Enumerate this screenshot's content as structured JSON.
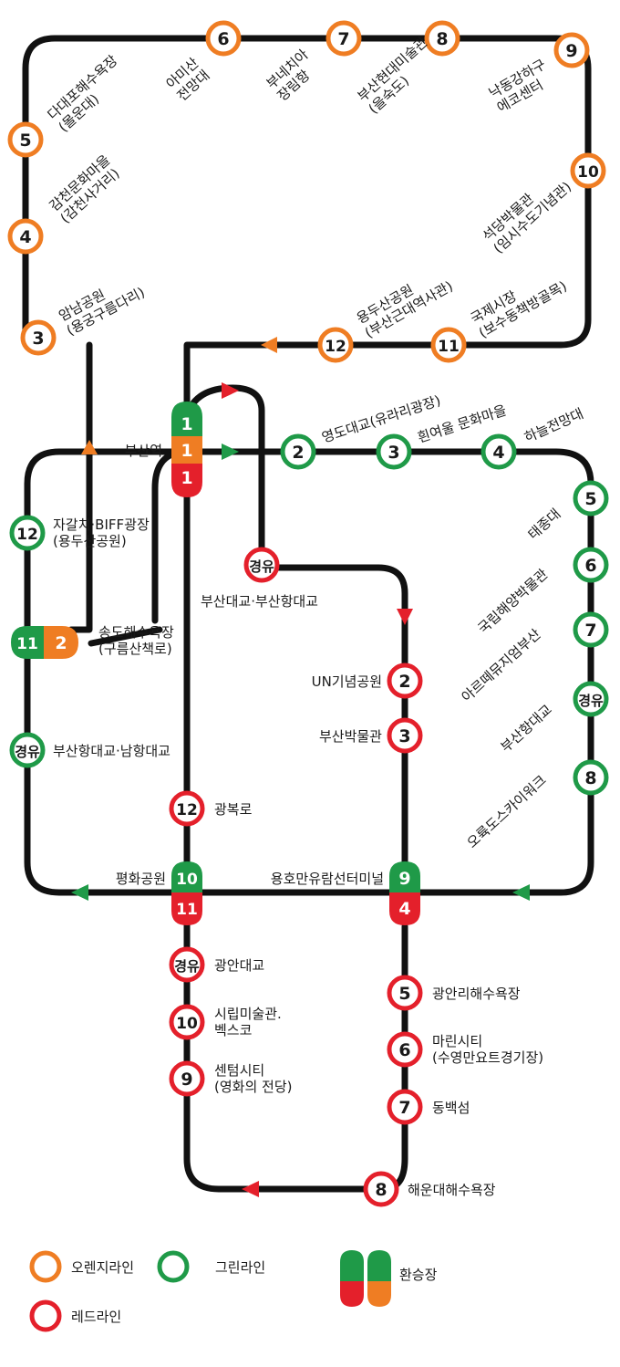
{
  "colors": {
    "orange": "#ef7d23",
    "green": "#1f9a48",
    "red": "#e4202b",
    "route": "#111111"
  },
  "labels": {
    "o3": "암남공원\n(용궁구름다리)",
    "o4": "감천문화마을\n(감천사거리)",
    "o5": "다대포해수욕장\n(몰운대)",
    "o6": "아미산\n전망대",
    "o7": "부네치아\n장림항",
    "o8": "부산현대미술관\n(을숙도)",
    "o9": "낙동강하구\n에코센터",
    "o10": "석당박물관\n(임시수도기념관)",
    "o11": "국제시장\n(보수동책방골목)",
    "o12": "용두산공원\n(부산근대역사관)",
    "busan_station": "부산역",
    "g2": "영도대교(유라리광장)",
    "g3": "흰여울 문화마을",
    "g4": "하늘전망대",
    "g5": "태종대",
    "g6": "국립해양박물관",
    "g7": "아르떼뮤지엄부산",
    "g_gy": "부산항대교",
    "g8": "오륙도스카이워크",
    "g12": "자갈치·BIFF광장\n(용두산공원)",
    "transfer_songdo": "송도해수욕장\n(구름산책로)",
    "g_gy_left": "부산항대교·남항대교",
    "r_gy_top": "부산대교·부산항대교",
    "r2": "UN기념공원",
    "r3": "부산박물관",
    "r12": "광복로",
    "pyeonghwa": "평화공원",
    "yongho": "용호만유람선터미널",
    "r_gy_bottom": "광안대교",
    "r10": "시립미술관.\n벡스코",
    "r9": "센텀시티\n(영화의 전당)",
    "r5": "광안리해수욕장",
    "r6": "마린시티\n(수영만요트경기장)",
    "r7": "동백섬",
    "r8": "해운대해수욕장"
  },
  "badges": {
    "n1": "1",
    "n2": "2",
    "n3": "3",
    "n4": "4",
    "n5": "5",
    "n6": "6",
    "n7": "7",
    "n8": "8",
    "n9": "9",
    "n10": "10",
    "n11": "11",
    "n12": "12",
    "gy": "경유"
  },
  "legend": {
    "orange": "오렌지라인",
    "green": "그린라인",
    "red": "레드라인",
    "transfer": "환승장"
  }
}
